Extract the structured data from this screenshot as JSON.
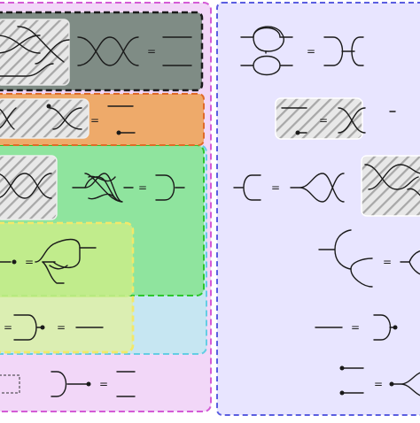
{
  "equals_sign": "=",
  "colors": {
    "background": "#ffffff",
    "right_panel_fill": "#e8e5ff",
    "right_panel_border": "#5a5ee0",
    "outer_left_fill": "#f2d7f8",
    "outer_left_border": "#d45bd6",
    "blue_fill": "#c6e6f2",
    "blue_border": "#64cde4",
    "lime_fill": "#dbeeb2",
    "lime_border": "#f2e86a",
    "green_fill": "#8fe49e",
    "green_border": "#2cc62c",
    "orange_fill": "#eeaa6a",
    "orange_border": "#e06a28",
    "dark_fill": "#7f8c85",
    "dark_border": "#1b1b1b",
    "hatch_fill": "#e8e8e8",
    "hatch_line": "#a8a8a8",
    "stroke": "#1a1a1a"
  },
  "sections": [
    {
      "name": "dark",
      "equations": [
        "braid-pair-equals-identity"
      ]
    },
    {
      "name": "orange",
      "equations": [
        "crossing-with-dot-equals-dot"
      ]
    },
    {
      "name": "green",
      "equations": [
        "loop-crossing-equals-cap"
      ]
    },
    {
      "name": "lime",
      "equations": [
        "cap-merge-equals-fork"
      ]
    },
    {
      "name": "blue",
      "equations": [
        "cup-dot-equals-line"
      ]
    },
    {
      "name": "pink",
      "equations": [
        "dashed-box-cup-dot-equals-dot-lines"
      ]
    },
    {
      "name": "right",
      "equations": [
        "bubble-equals-cup-cap",
        "lines-dot-equals-crossing",
        "cap-equals-crossing-cap",
        "tree-equals-fork",
        "line-equals-cup-dot",
        "dot-lines-equals-cup"
      ]
    }
  ]
}
